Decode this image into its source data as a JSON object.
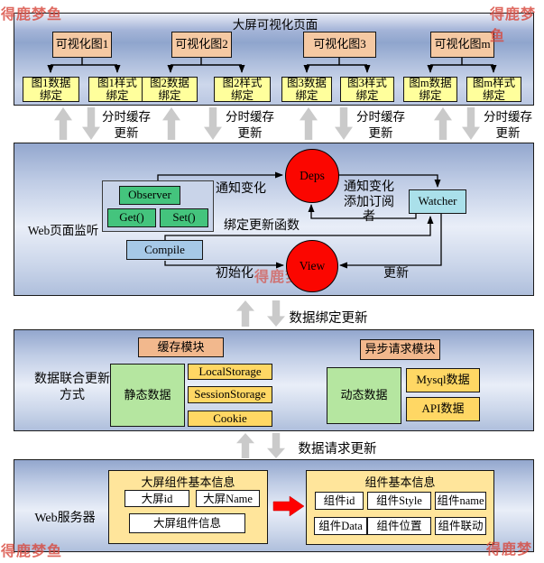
{
  "watermark": {
    "text": "得鹿梦鱼"
  },
  "panel1": {
    "title": "大屏可视化页面",
    "charts": [
      "可视化图1",
      "可视化图2",
      "可视化图3",
      "可视化图m"
    ],
    "bindings": [
      "图1数据\n绑定",
      "图1样式\n绑定",
      "图2数据\n绑定",
      "图2样式\n绑定",
      "图3数据\n绑定",
      "图3样式\n绑定",
      "图m数据\n绑定",
      "图m样式\n绑定"
    ]
  },
  "gap1": {
    "label": "分时缓存\n更新"
  },
  "panel2": {
    "side_label": "Web页面监听",
    "observer": "Observer",
    "get": "Get()",
    "set": "Set()",
    "compile": "Compile",
    "deps": "Deps",
    "watcher": "Watcher",
    "view": "View",
    "labels": {
      "notify": "通知变化",
      "subscribe": "通知变化\n添加订阅\n者",
      "bind_fn": "绑定更新函数",
      "init": "初始化",
      "update": "更新"
    }
  },
  "gap2": {
    "label": "数据绑定更新"
  },
  "panel3": {
    "side_label": "数据联合更新\n方式",
    "cache_module": "缓存模块",
    "static_data": "静态数据",
    "storages": [
      "LocalStorage",
      "SessionStorage",
      "Cookie"
    ],
    "async_module": "异步请求模块",
    "dynamic_data": "动态数据",
    "sources": [
      "Mysql数据",
      "API数据"
    ]
  },
  "gap3": {
    "label": "数据请求更新"
  },
  "panel4": {
    "side_label": "Web服务器",
    "screen": {
      "title": "大屏组件基本信息",
      "id": "大屏id",
      "name": "大屏Name",
      "info": "大屏组件信息"
    },
    "component": {
      "title": "组件基本信息",
      "fields": [
        "组件id",
        "组件Style",
        "组件name",
        "组件Data",
        "组件位置",
        "组件联动"
      ]
    }
  },
  "colors": {
    "panel_top": "#93A7CE",
    "panel_mid": "#E9EEF8",
    "panel_bottom": "#AFBFDC",
    "salmon": "#F5C9A3",
    "salmon_deep": "#F2B88D",
    "yellow": "#FFFF9C",
    "gold": "#FFD764",
    "green": "#44C47D",
    "green_light": "#B5E6A0",
    "cyan": "#AAE0EA",
    "blue": "#A6C9E7",
    "cream": "#FFE59B",
    "red_circle": "#FB0600",
    "red_arrow": "#FF0000",
    "gray_arrow": "#CACACA",
    "watermark_red": "#D8473C"
  }
}
